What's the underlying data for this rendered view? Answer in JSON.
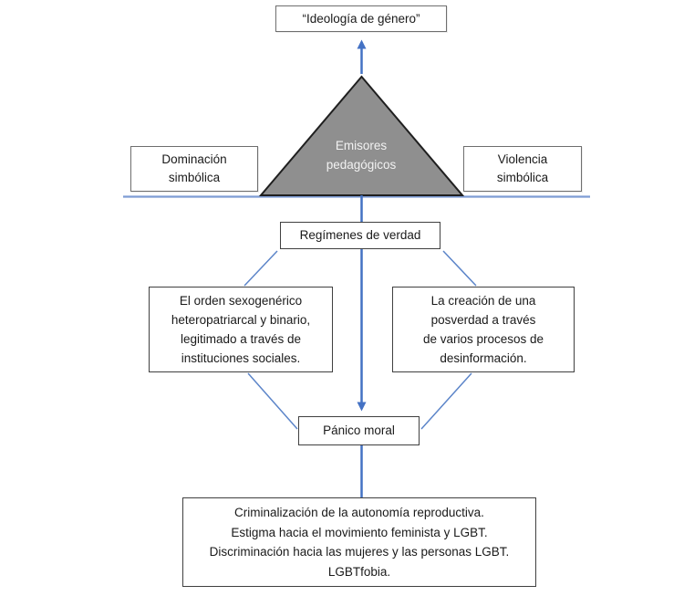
{
  "diagram": {
    "ideologia": "“Ideología de género”",
    "emisores": [
      "Emisores",
      "pedagógicos"
    ],
    "dominacion": [
      "Dominación",
      "simbólica"
    ],
    "violencia": [
      "Violencia",
      "simbólica"
    ],
    "regimenes": "Regímenes de verdad",
    "orden": [
      "El orden sexogenérico",
      "heteropatriarcal y binario,",
      "legitimado a través de",
      "instituciones sociales."
    ],
    "posverdad": [
      "La creación de una",
      "posverdad a través",
      "de varios procesos de",
      "desinformación."
    ],
    "panico": "Pánico moral",
    "consecuencias": [
      "Criminalización de la autonomía reproductiva.",
      "Estigma hacia el movimiento feminista y LGBT.",
      "Discriminación hacia las mujeres y las personas LGBT.",
      "LGBTfobia."
    ]
  },
  "colors": {
    "arrow_blue": "#4472C4",
    "diagonal_blue": "#5C85C9",
    "divider_blue": "#7E9CD4",
    "triangle_fill": "#8F8F8F",
    "triangle_border": "#1F1F1F"
  }
}
